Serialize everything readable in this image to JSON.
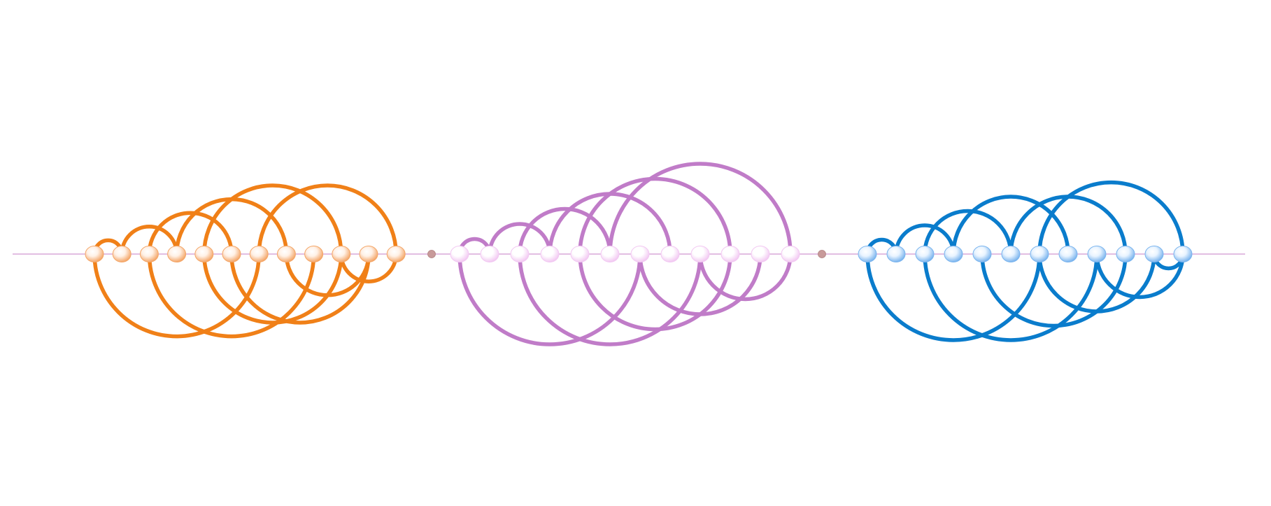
{
  "diagram": {
    "kind": "arc-chain-diagram",
    "groups": [
      {
        "id": "orange",
        "color": "#f08018",
        "node_fill_light": "#fff1e6",
        "node_fill_dark": "#f4a668",
        "node_count": 12,
        "arcs_above": [
          [
            0,
            1
          ],
          [
            1,
            3
          ],
          [
            2,
            5
          ],
          [
            3,
            7
          ],
          [
            4,
            9
          ],
          [
            6,
            11
          ]
        ],
        "arcs_below": [
          [
            0,
            6
          ],
          [
            2,
            8
          ],
          [
            4,
            9
          ],
          [
            5,
            10
          ],
          [
            7,
            10
          ],
          [
            9,
            11
          ]
        ]
      },
      {
        "id": "purple",
        "color": "#c07cc8",
        "node_fill_light": "#ffffff",
        "node_fill_dark": "#f2c8f2",
        "node_count": 12,
        "arcs_above": [
          [
            0,
            1
          ],
          [
            1,
            3
          ],
          [
            2,
            5
          ],
          [
            3,
            7
          ],
          [
            4,
            9
          ],
          [
            5,
            11
          ]
        ],
        "arcs_below": [
          [
            0,
            6
          ],
          [
            2,
            8
          ],
          [
            4,
            9
          ],
          [
            6,
            10
          ],
          [
            8,
            11
          ]
        ]
      },
      {
        "id": "blue",
        "color": "#0a7ccc",
        "node_fill_light": "#e9f4ff",
        "node_fill_dark": "#7ab4ee",
        "node_count": 12,
        "arcs_above": [
          [
            0,
            1
          ],
          [
            1,
            3
          ],
          [
            2,
            5
          ],
          [
            3,
            7
          ],
          [
            5,
            9
          ],
          [
            6,
            11
          ]
        ],
        "arcs_below": [
          [
            0,
            6
          ],
          [
            2,
            8
          ],
          [
            4,
            9
          ],
          [
            6,
            10
          ],
          [
            8,
            11
          ],
          [
            10,
            11
          ]
        ]
      }
    ],
    "separators": [
      {
        "color": "#c89a9a"
      },
      {
        "color": "#c89a9a"
      }
    ],
    "axis_color": "#d9a8d9"
  }
}
